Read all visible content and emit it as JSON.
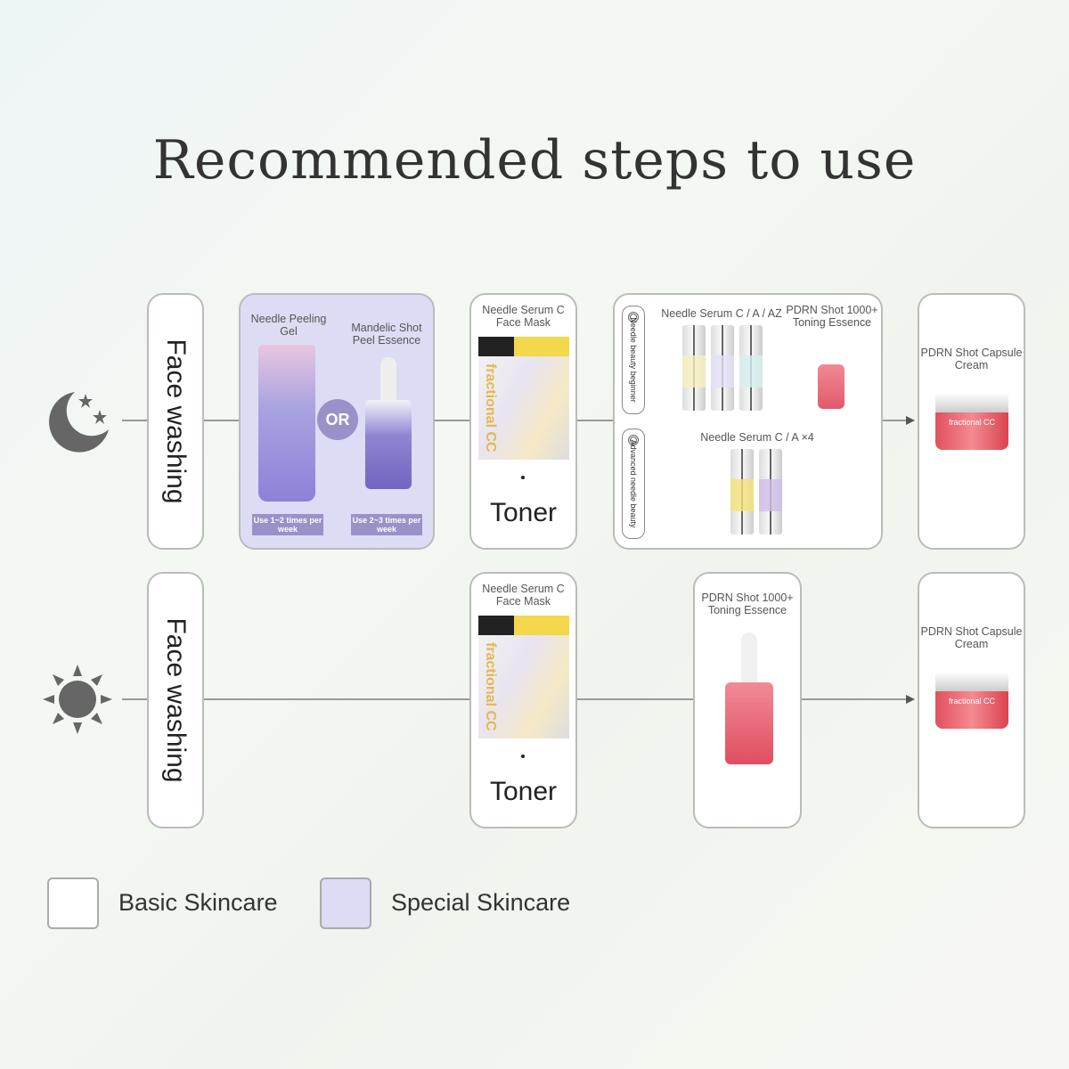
{
  "title": "Recommended steps to use",
  "night": {
    "icon": "moon-stars-icon",
    "face_washing": "Face washing",
    "special": {
      "product1": "Needle Peeling Gel",
      "product1_freq": "Use 1~2 times per week",
      "or": "OR",
      "product2": "Mandelic Shot Peel Essence",
      "product2_freq": "Use 2~3 times per week"
    },
    "mask": {
      "label": "Needle Serum C Face Mask",
      "brand": "fractional CC",
      "step": "Toner"
    },
    "serums": {
      "beginner_tag": "Needle beauty beginner",
      "beginner_product": "Needle Serum C / A / AZ",
      "beginner_product2": "PDRN Shot 1000+ Toning Essence",
      "advanced_tag": "Advanced needle beauty",
      "advanced_product": "Needle Serum C / A ×4"
    },
    "cream": {
      "label": "PDRN Shot Capsule Cream",
      "brand": "fractional CC"
    }
  },
  "day": {
    "icon": "sun-icon",
    "face_washing": "Face washing",
    "mask": {
      "label": "Needle Serum C Face Mask",
      "brand": "fractional CC",
      "step": "Toner"
    },
    "essence": {
      "label": "PDRN Shot 1000+ Toning Essence"
    },
    "cream": {
      "label": "PDRN Shot Capsule Cream",
      "brand": "fractional CC"
    }
  },
  "legend": [
    {
      "label": "Basic Skincare",
      "color": "#ffffff"
    },
    {
      "label": "Special Skincare",
      "color": "#dcdcf5"
    }
  ]
}
